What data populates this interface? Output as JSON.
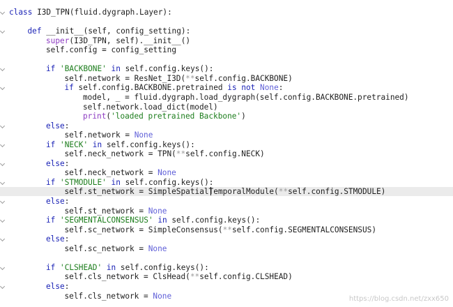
{
  "editor": {
    "lines": [
      {
        "indent": 0,
        "fold": true,
        "tokens": [
          [
            "kw",
            "class "
          ],
          [
            "fn",
            "I3D_TPN(fluid.dygraph.Layer):"
          ]
        ]
      },
      {
        "indent": 0,
        "fold": false,
        "tokens": []
      },
      {
        "indent": 1,
        "fold": true,
        "tokens": [
          [
            "kw",
            "def "
          ],
          [
            "fn",
            "__init__(self, config_setting):"
          ]
        ]
      },
      {
        "indent": 2,
        "fold": false,
        "tokens": [
          [
            "bi",
            "super"
          ],
          [
            "fn",
            "(I3D_TPN, self).__init__()"
          ]
        ]
      },
      {
        "indent": 2,
        "fold": false,
        "tokens": [
          [
            "fn",
            "self.config = config_setting"
          ]
        ]
      },
      {
        "indent": 0,
        "fold": false,
        "tokens": []
      },
      {
        "indent": 2,
        "fold": true,
        "tokens": [
          [
            "kw",
            "if "
          ],
          [
            "st",
            "'BACKBONE'"
          ],
          [
            "kw",
            " in "
          ],
          [
            "fn",
            "self.config.keys():"
          ]
        ]
      },
      {
        "indent": 3,
        "fold": false,
        "tokens": [
          [
            "fn",
            "self.network = ResNet_I3D("
          ],
          [
            "op",
            "**"
          ],
          [
            "fn",
            "self.config.BACKBONE)"
          ]
        ]
      },
      {
        "indent": 3,
        "fold": true,
        "tokens": [
          [
            "kw",
            "if "
          ],
          [
            "fn",
            "self.config.BACKBONE.pretrained "
          ],
          [
            "kw",
            "is not "
          ],
          [
            "nn",
            "None"
          ],
          [
            "fn",
            ":"
          ]
        ]
      },
      {
        "indent": 4,
        "fold": false,
        "tokens": [
          [
            "fn",
            "model, _ = fluid.dygraph.load_dygraph(self.config.BACKBONE.pretrained)"
          ]
        ]
      },
      {
        "indent": 4,
        "fold": false,
        "tokens": [
          [
            "fn",
            "self.network.load_dict(model)"
          ]
        ]
      },
      {
        "indent": 4,
        "fold": false,
        "tokens": [
          [
            "bi",
            "print"
          ],
          [
            "fn",
            "("
          ],
          [
            "st",
            "'loaded pretrained Backbone'"
          ],
          [
            "fn",
            ")"
          ]
        ]
      },
      {
        "indent": 2,
        "fold": true,
        "tokens": [
          [
            "kw",
            "else"
          ],
          [
            "fn",
            ":"
          ]
        ]
      },
      {
        "indent": 3,
        "fold": false,
        "tokens": [
          [
            "fn",
            "self.network = "
          ],
          [
            "nn",
            "None"
          ]
        ]
      },
      {
        "indent": 2,
        "fold": true,
        "tokens": [
          [
            "kw",
            "if "
          ],
          [
            "st",
            "'NECK'"
          ],
          [
            "kw",
            " in "
          ],
          [
            "fn",
            "self.config.keys():"
          ]
        ]
      },
      {
        "indent": 3,
        "fold": false,
        "tokens": [
          [
            "fn",
            "self.neck_network = TPN("
          ],
          [
            "op",
            "**"
          ],
          [
            "fn",
            "self.config.NECK)"
          ]
        ]
      },
      {
        "indent": 2,
        "fold": true,
        "tokens": [
          [
            "kw",
            "else"
          ],
          [
            "fn",
            ":"
          ]
        ]
      },
      {
        "indent": 3,
        "fold": false,
        "tokens": [
          [
            "fn",
            "self.neck_network = "
          ],
          [
            "nn",
            "None"
          ]
        ]
      },
      {
        "indent": 2,
        "fold": true,
        "tokens": [
          [
            "kw",
            "if "
          ],
          [
            "st",
            "'STMODULE'"
          ],
          [
            "kw",
            " in "
          ],
          [
            "fn",
            "self.config.keys():"
          ]
        ]
      },
      {
        "indent": 3,
        "fold": false,
        "current": true,
        "tokens": [
          [
            "fn",
            "self.st_network = SimpleSpatialTemporalModule("
          ],
          [
            "op",
            "**"
          ],
          [
            "fn",
            "self.config.STMODULE)"
          ]
        ]
      },
      {
        "indent": 2,
        "fold": true,
        "tokens": [
          [
            "kw",
            "else"
          ],
          [
            "fn",
            ":"
          ]
        ]
      },
      {
        "indent": 3,
        "fold": false,
        "tokens": [
          [
            "fn",
            "self.st_network = "
          ],
          [
            "nn",
            "None"
          ]
        ]
      },
      {
        "indent": 2,
        "fold": true,
        "tokens": [
          [
            "kw",
            "if "
          ],
          [
            "st",
            "'SEGMENTALCONSENSUS'"
          ],
          [
            "kw",
            " in "
          ],
          [
            "fn",
            "self.config.keys():"
          ]
        ]
      },
      {
        "indent": 3,
        "fold": false,
        "tokens": [
          [
            "fn",
            "self.sc_network = SimpleConsensus("
          ],
          [
            "op",
            "**"
          ],
          [
            "fn",
            "self.config.SEGMENTALCONSENSUS)"
          ]
        ]
      },
      {
        "indent": 2,
        "fold": true,
        "tokens": [
          [
            "kw",
            "else"
          ],
          [
            "fn",
            ":"
          ]
        ]
      },
      {
        "indent": 3,
        "fold": false,
        "tokens": [
          [
            "fn",
            "self.sc_network = "
          ],
          [
            "nn",
            "None"
          ]
        ]
      },
      {
        "indent": 0,
        "fold": false,
        "tokens": []
      },
      {
        "indent": 2,
        "fold": true,
        "tokens": [
          [
            "kw",
            "if "
          ],
          [
            "st",
            "'CLSHEAD'"
          ],
          [
            "kw",
            " in "
          ],
          [
            "fn",
            "self.config.keys():"
          ]
        ]
      },
      {
        "indent": 3,
        "fold": false,
        "tokens": [
          [
            "fn",
            "self.cls_network = ClsHead("
          ],
          [
            "op",
            "**"
          ],
          [
            "fn",
            "self.config.CLSHEAD)"
          ]
        ]
      },
      {
        "indent": 2,
        "fold": true,
        "tokens": [
          [
            "kw",
            "else"
          ],
          [
            "fn",
            ":"
          ]
        ]
      },
      {
        "indent": 3,
        "fold": false,
        "tokens": [
          [
            "fn",
            "self.cls_network = "
          ],
          [
            "nn",
            "None"
          ]
        ]
      }
    ]
  },
  "watermark": "https://blog.csdn.net/zxx650",
  "colors": {
    "keyword": "#1b23b6",
    "string": "#1c7d1c",
    "none": "#5f5fd8",
    "builtin": "#8d3cc2",
    "operator": "#9c9c9c",
    "current_line": "#ebebeb"
  },
  "icons": {
    "fold": "chevron-down-icon"
  }
}
